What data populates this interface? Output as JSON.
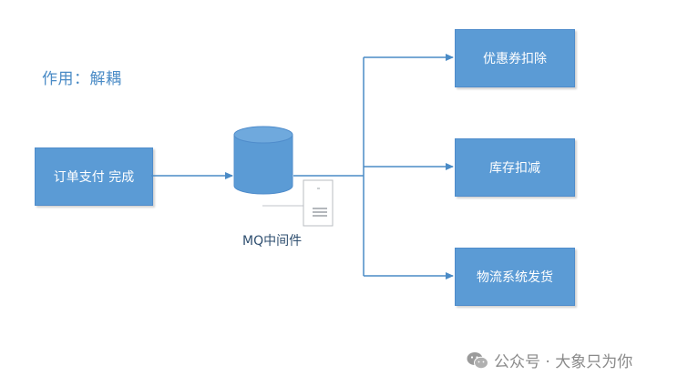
{
  "note": "作用：解耦",
  "source_box": "订单支付 完成",
  "middleware_label": "MQ中间件",
  "targets": [
    "优惠券扣除",
    "库存扣减",
    "物流系统发货"
  ],
  "watermark": "公众号 · 大象只为你",
  "colors": {
    "box": "#5b9bd5",
    "line": "#4a8bc6",
    "note": "#4a8bc6"
  },
  "icons": [
    "database-icon",
    "server-icon",
    "wechat-icon"
  ]
}
